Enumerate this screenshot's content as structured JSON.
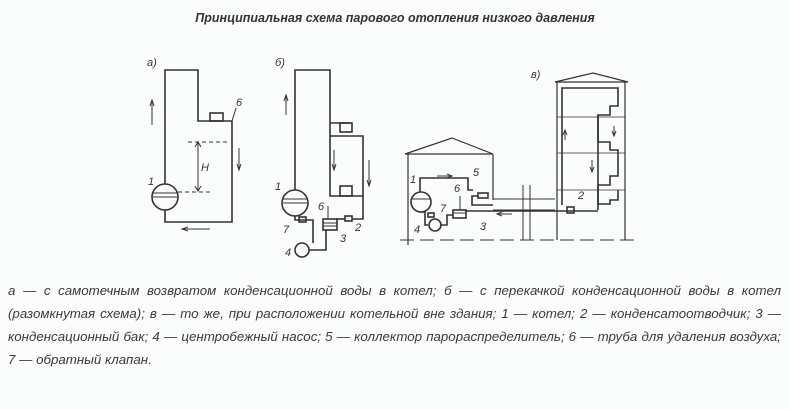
{
  "title": "Принципиальная схема парового отопления низкого давления",
  "diagram": {
    "panels": [
      "а)",
      "б)",
      "в)"
    ],
    "labels": {
      "n1": "1",
      "n2": "2",
      "n3": "3",
      "n4": "4",
      "n5": "5",
      "n6": "6",
      "n7": "7",
      "H": "H"
    }
  },
  "caption": "а — с самотечным возвратом конденсационной воды в котел; б — с перекачкой конденсационной воды в котел (разомкнутая схема); в — то же, при расположении котельной вне здания; 1 — котел; 2 — конденсатоотводчик; 3 — конденсационный бак; 4 — центробежный насос; 5 — коллектор парораспределитель; 6 — труба для удаления воздуха; 7 — обратный клапан."
}
